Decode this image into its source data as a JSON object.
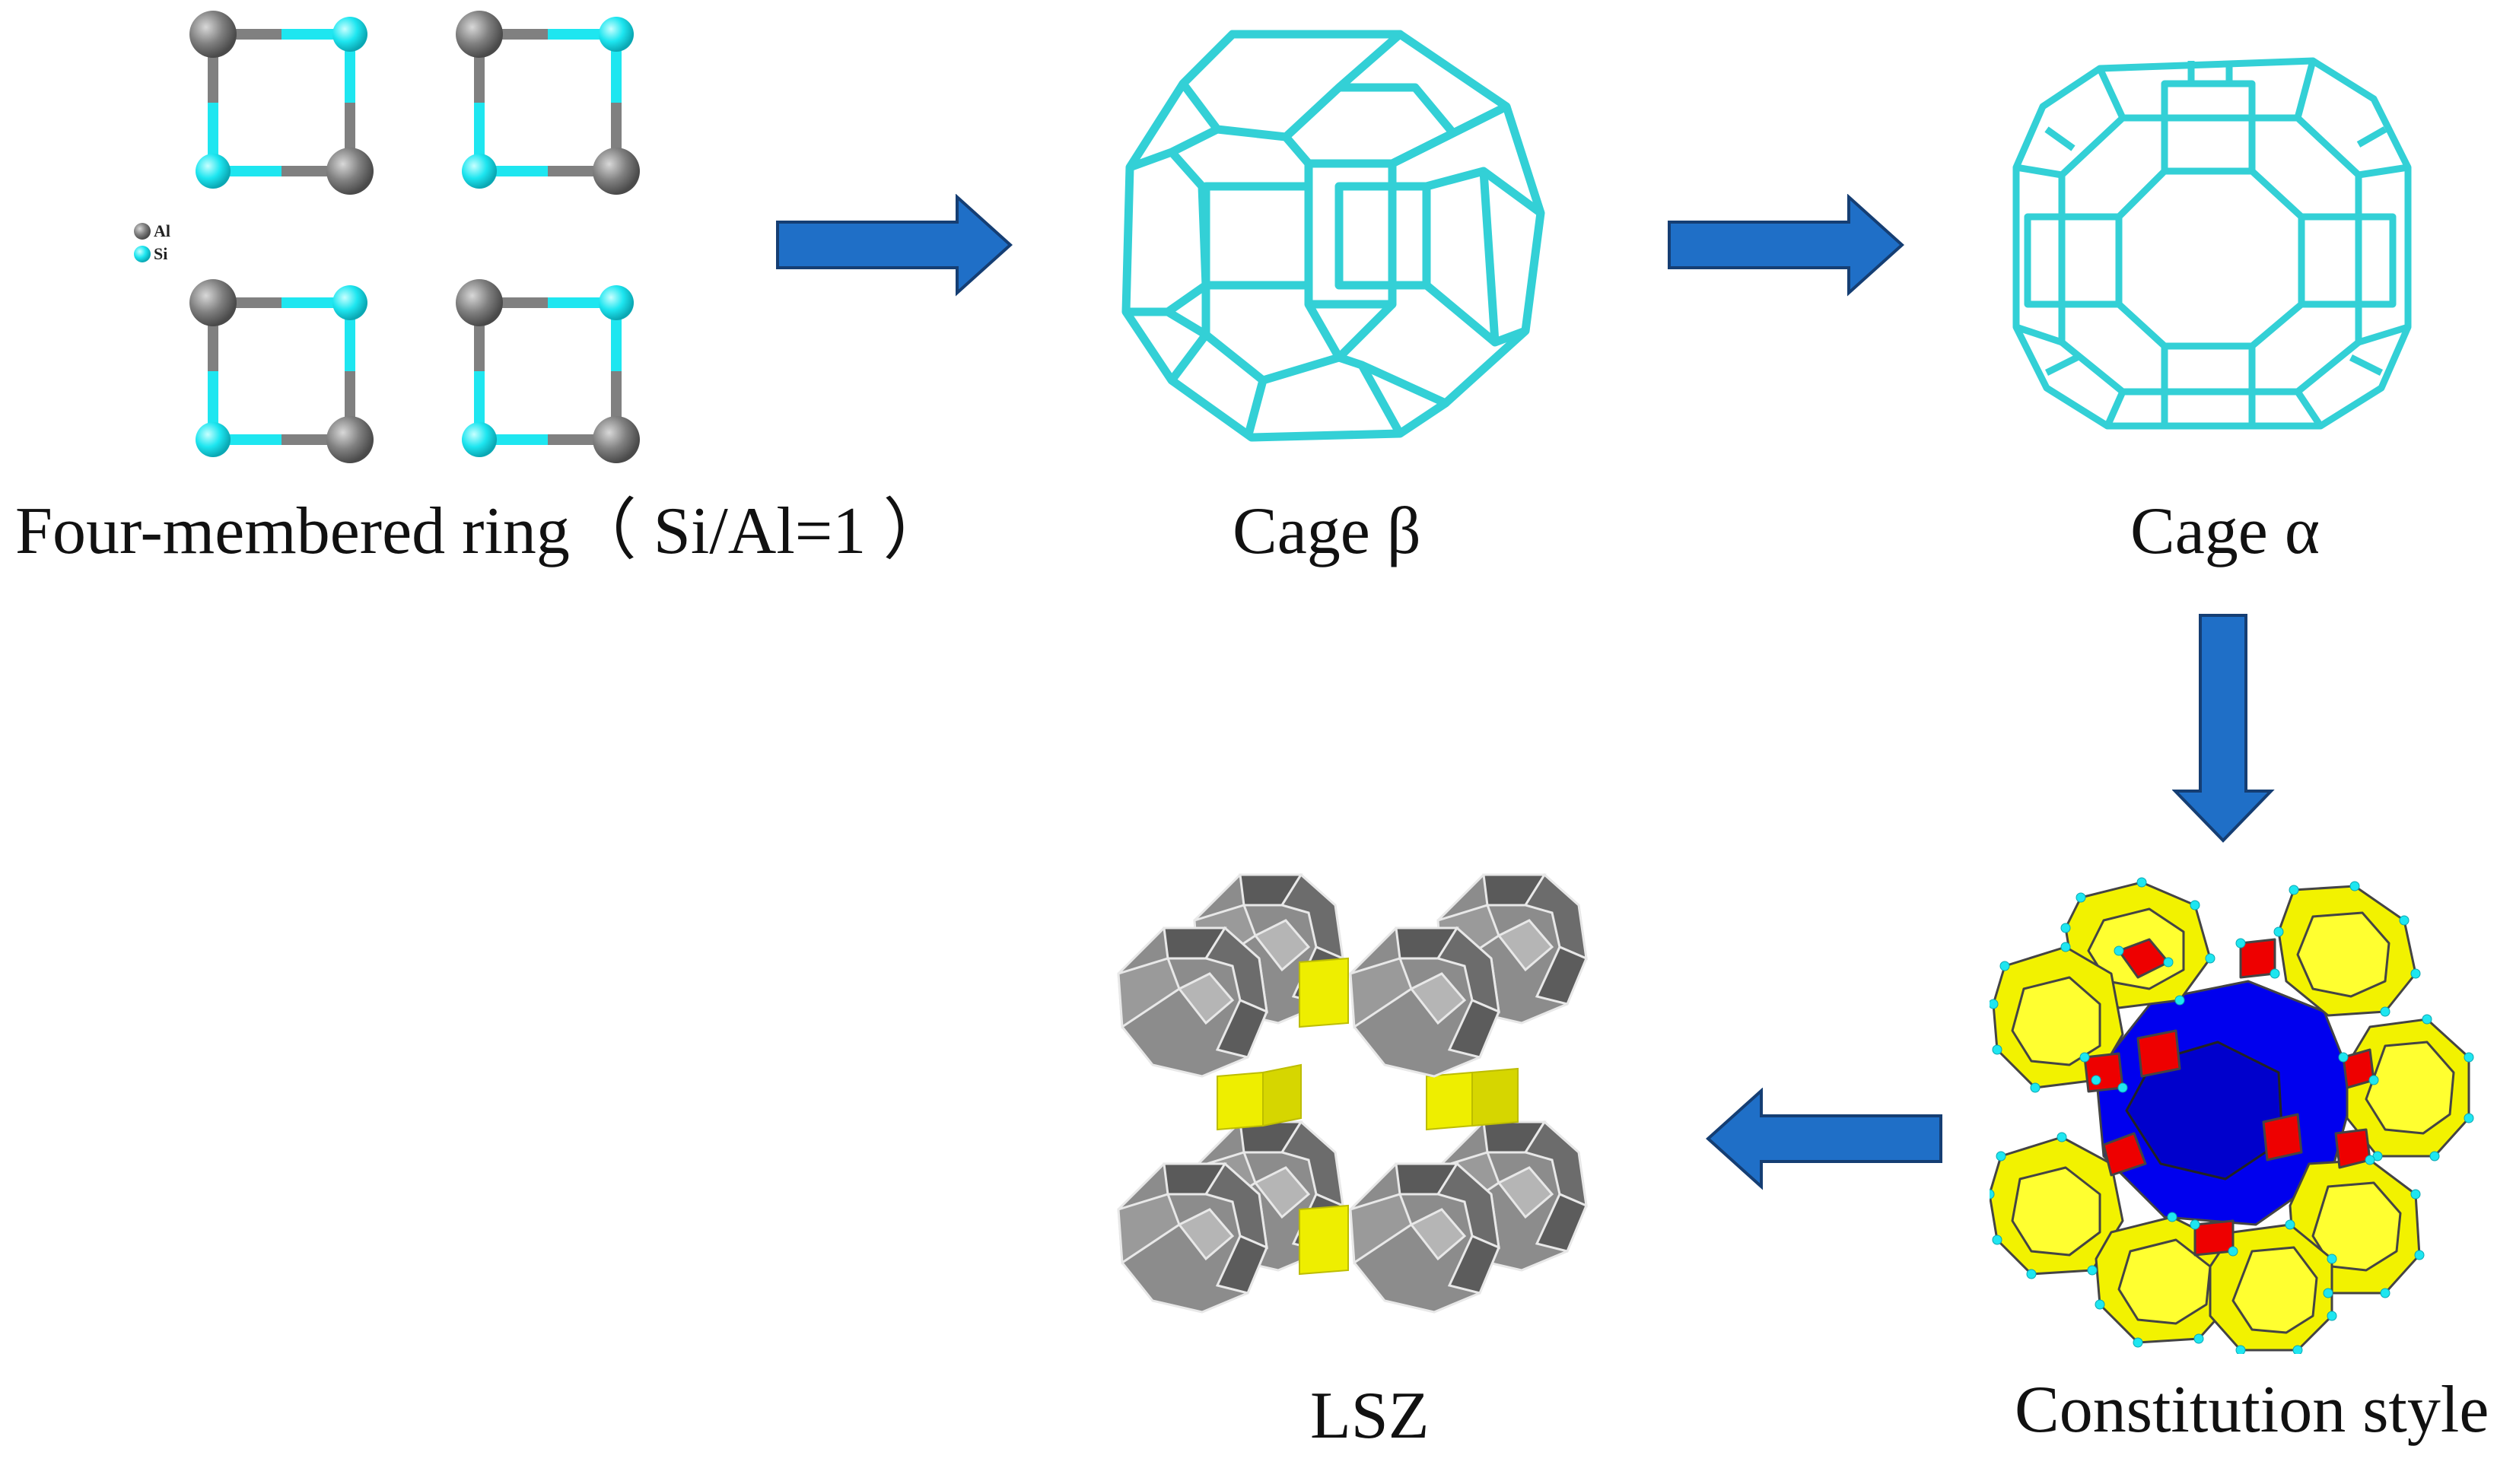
{
  "legend": {
    "items": [
      {
        "label": "Al",
        "color": "#7f7f7f"
      },
      {
        "label": "Si",
        "color": "#1ee6f0"
      }
    ]
  },
  "captions": {
    "four_ring": "Four-membered ring（ Si/Al=1 ）",
    "cage_beta": "Cage β",
    "cage_alpha": "Cage α",
    "constitution": "Constitution style",
    "lsz": "LSZ"
  },
  "colors": {
    "al_atom": "#7f7f7f",
    "si_atom": "#1ee6f0",
    "cage_wire": "#33d0d6",
    "arrow": "#1f6fc7",
    "sodalite_yellow": "#f2f200",
    "d4r_red": "#ee0000",
    "alpha_blue": "#0000ee",
    "lsz_gray": "#8c8c8c",
    "lsz_connector": "#eeee00"
  },
  "icons": {
    "arrow": "block-arrow",
    "atom": "sphere"
  }
}
